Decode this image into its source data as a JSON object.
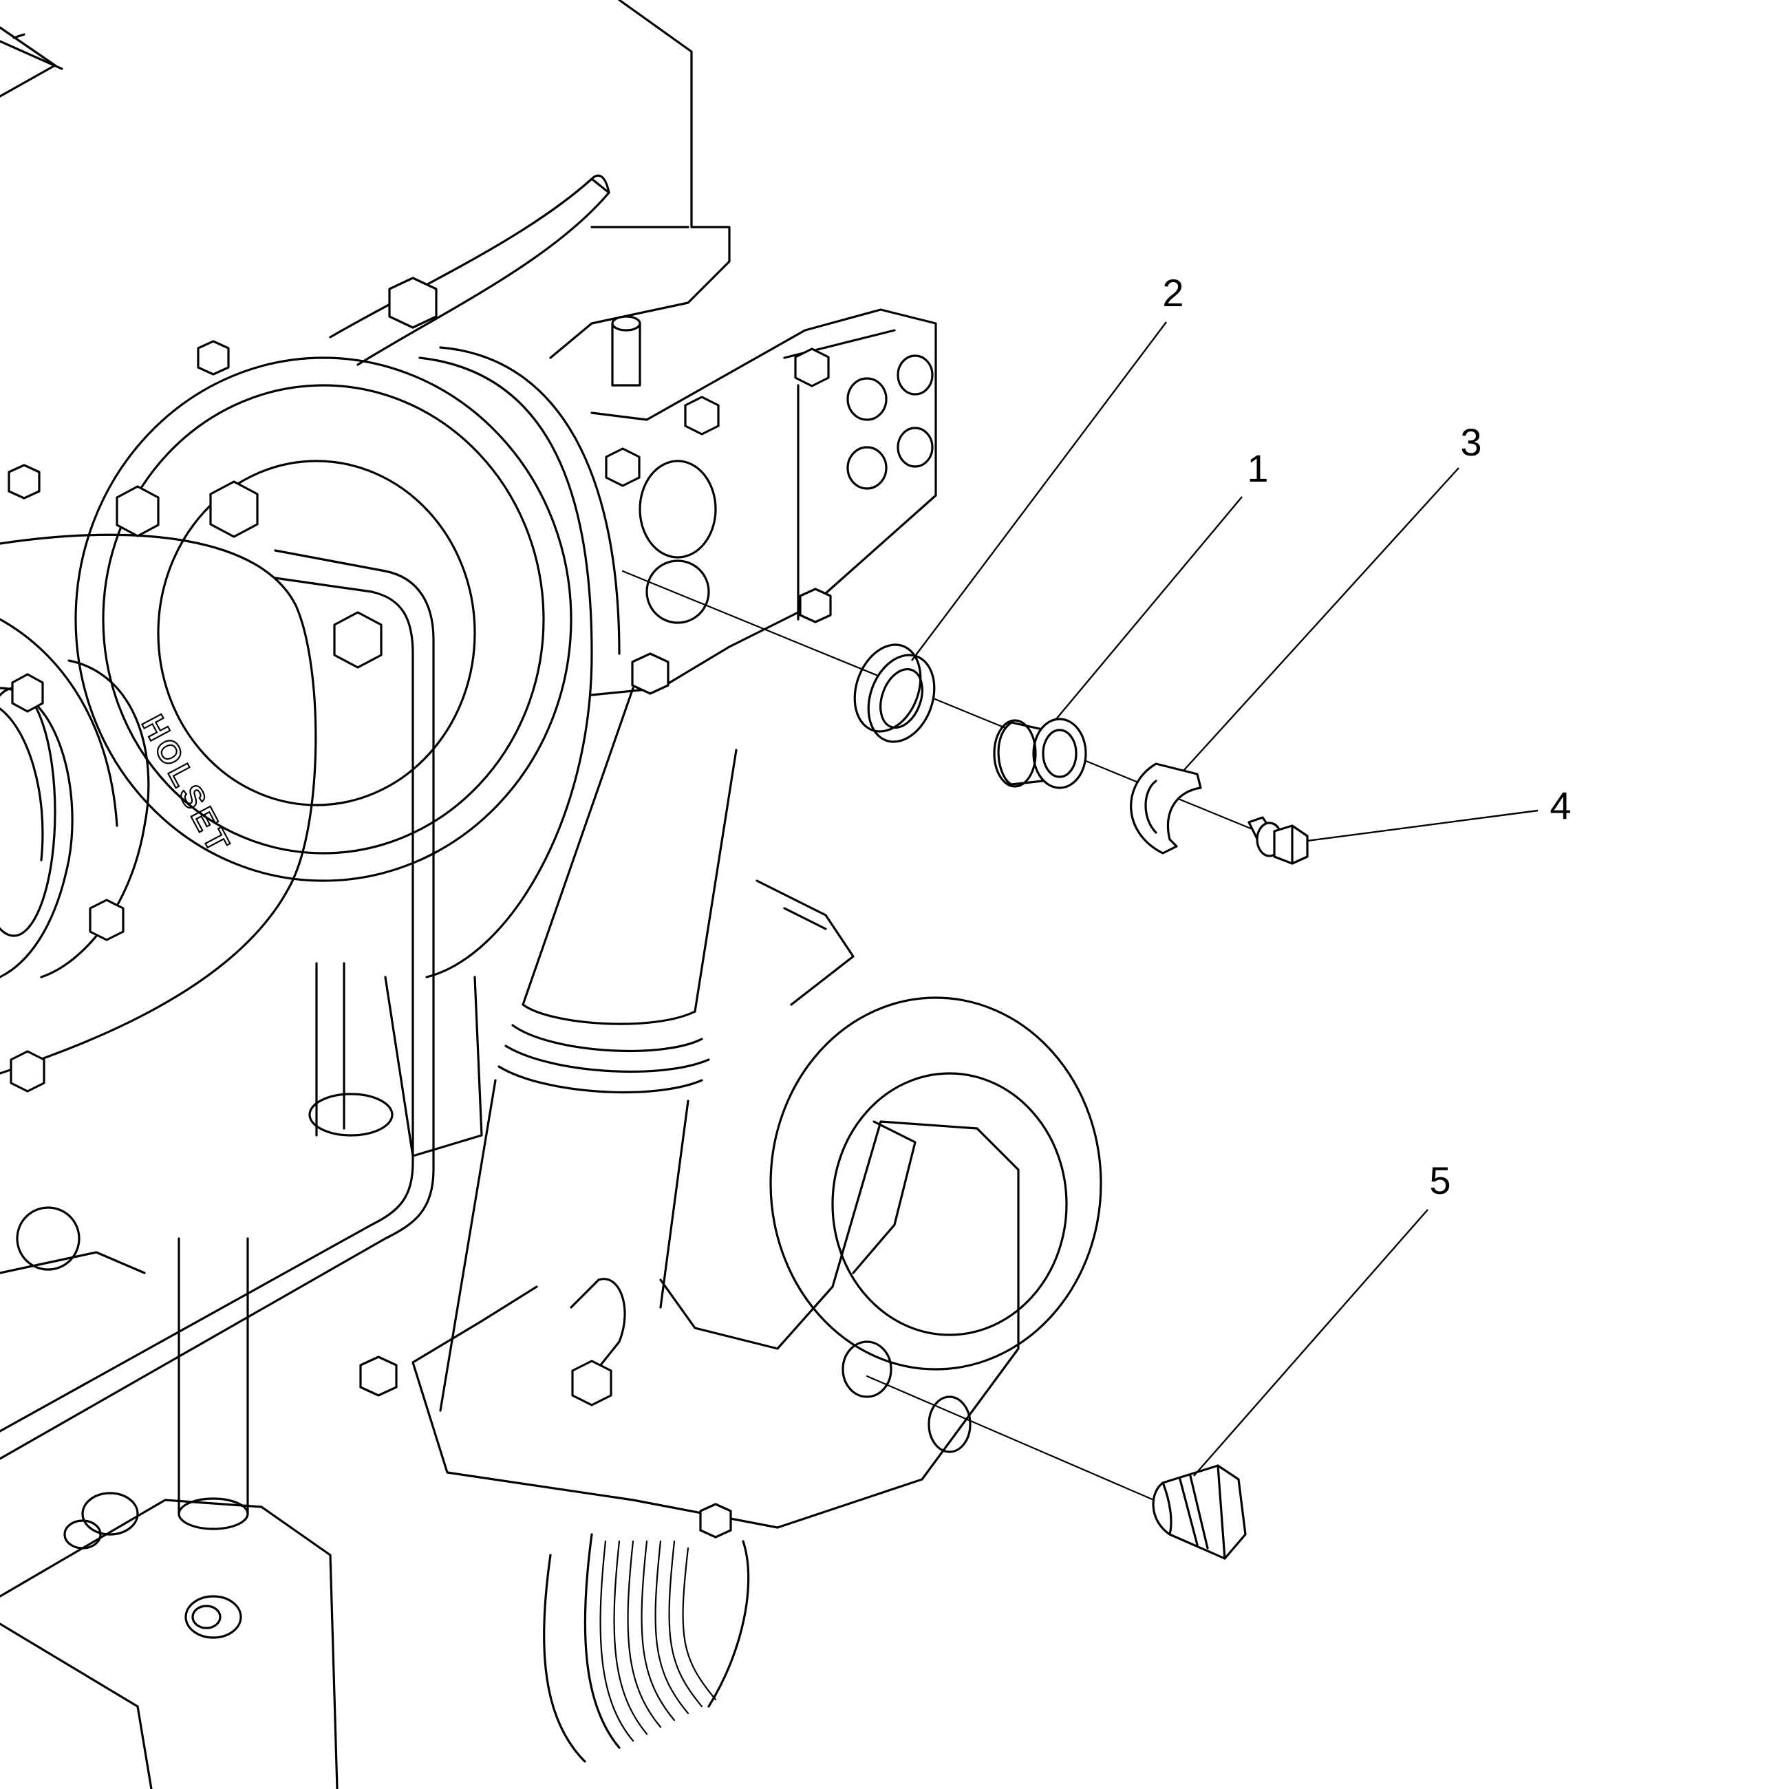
{
  "brand_marking": "HOLSET",
  "callouts": [
    {
      "id": "1",
      "part": "sleeve-bushing"
    },
    {
      "id": "2",
      "part": "sealing-washer"
    },
    {
      "id": "3",
      "part": "retaining-clip"
    },
    {
      "id": "4",
      "part": "flange-bolt"
    },
    {
      "id": "5",
      "part": "plug"
    }
  ],
  "colors": {
    "line": "#000000",
    "background": "#ffffff"
  }
}
